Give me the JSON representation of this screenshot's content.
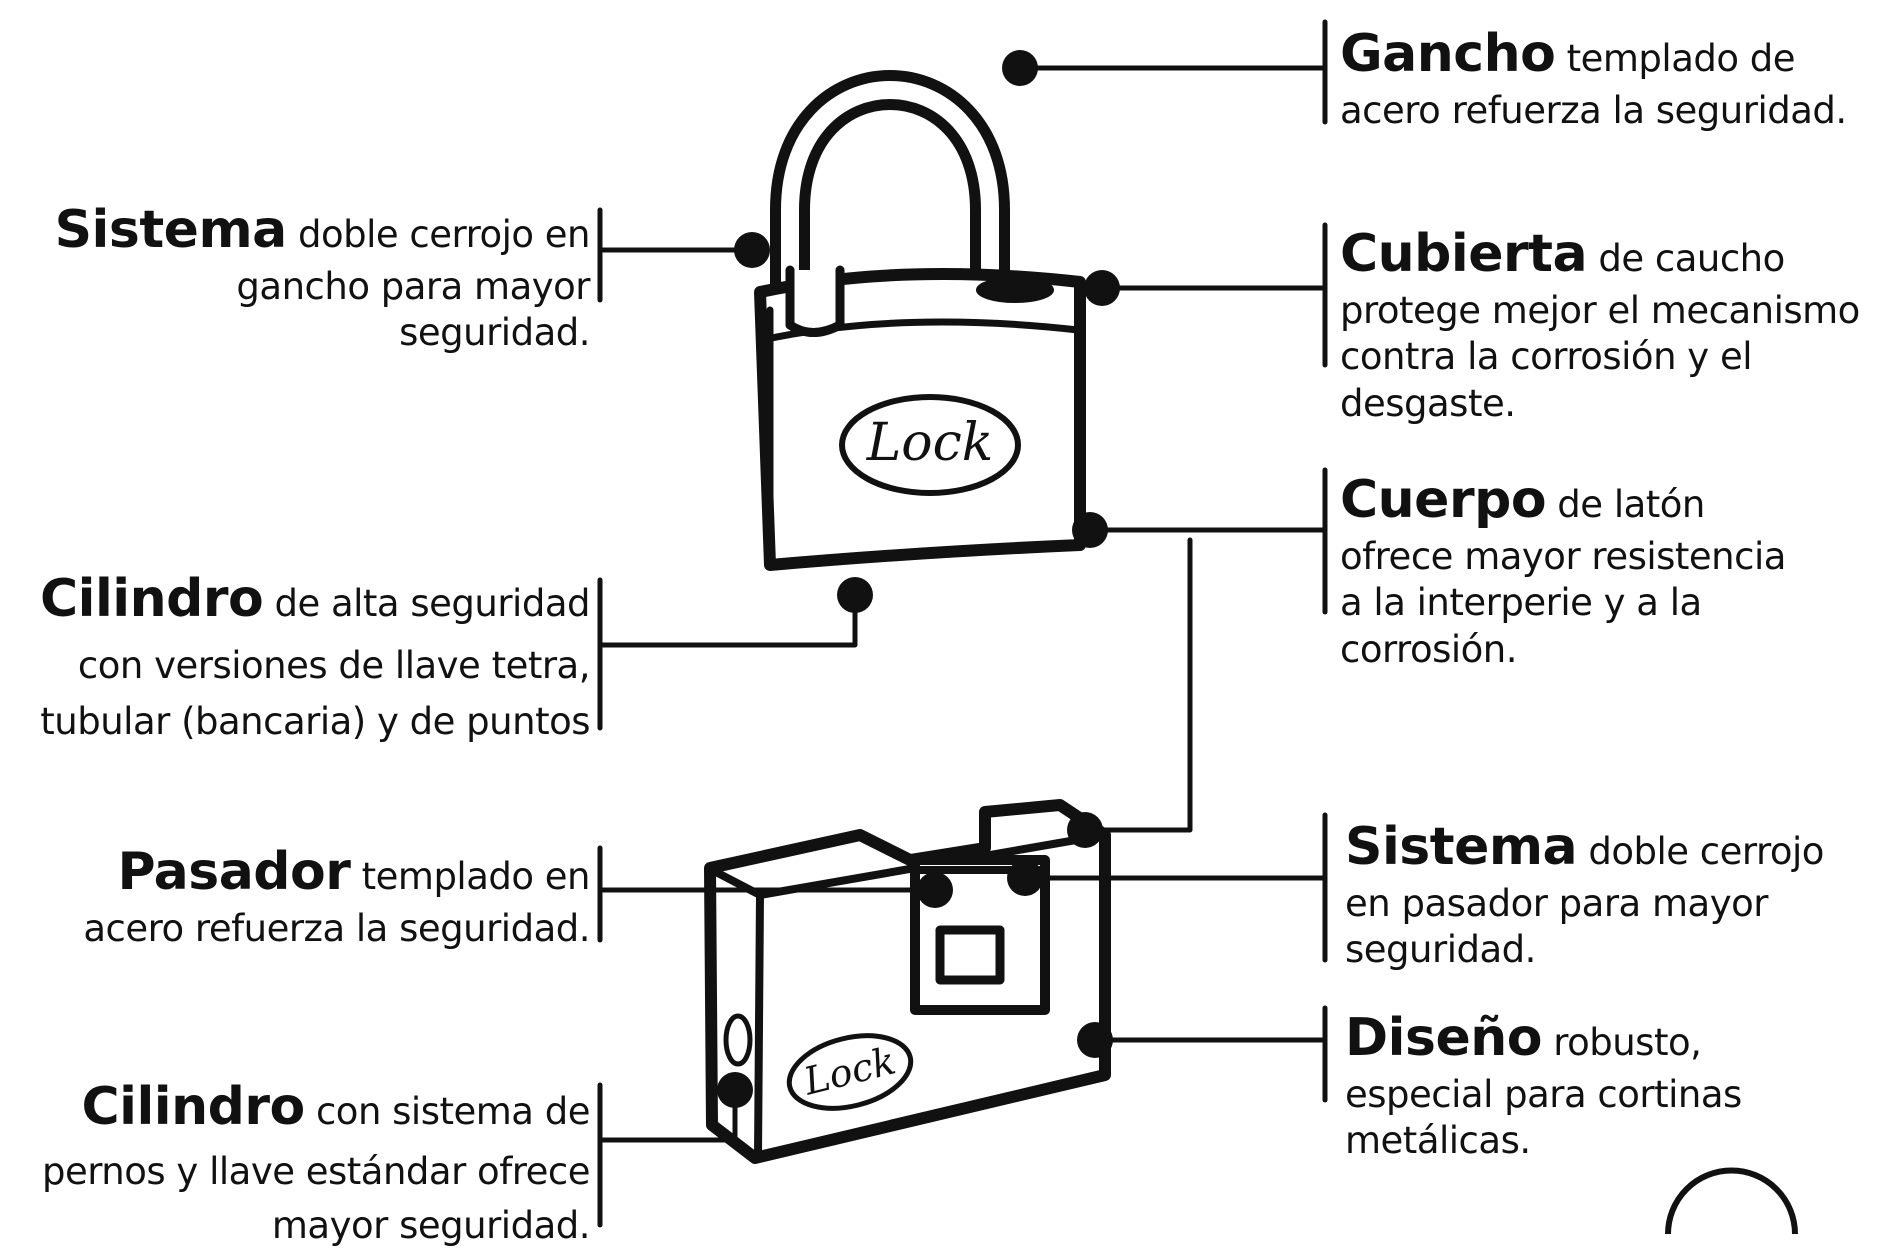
{
  "callouts": {
    "gancho": {
      "term": "Gancho",
      "text": " templado de acero refuerza la seguridad."
    },
    "cubierta": {
      "term": "Cubierta",
      "text": " de caucho protege mejor el mecanismo contra la corrosión y el desgaste."
    },
    "cuerpo": {
      "term": "Cuerpo",
      "text": " de latón ofrece mayor resistencia a la interperie y a la corrosión."
    },
    "sistema_gancho": {
      "term": "Sistema",
      "text": " doble cerrojo en gancho para mayor seguridad."
    },
    "cilindro_alta": {
      "term": "Cilindro",
      "text": " de alta seguridad con versiones de llave tetra, tubular (bancaria) y de puntos"
    },
    "pasador": {
      "term": "Pasador",
      "text": " templado en acero refuerza la seguridad."
    },
    "sistema_pasador": {
      "term": "Sistema",
      "text": " doble cerrojo en pasador para mayor seguridad."
    },
    "diseno": {
      "term": "Diseño",
      "text": " robusto, especial para cortinas metálicas."
    },
    "cilindro_pernos": {
      "term": "Cilindro",
      "text": " con sistema de pernos y llave estándar ofrece mayor seguridad."
    }
  },
  "logo": {
    "text": "Lock"
  },
  "colors": {
    "ink": "#111111",
    "paper": "#ffffff",
    "body_fill": "#ffffff"
  }
}
